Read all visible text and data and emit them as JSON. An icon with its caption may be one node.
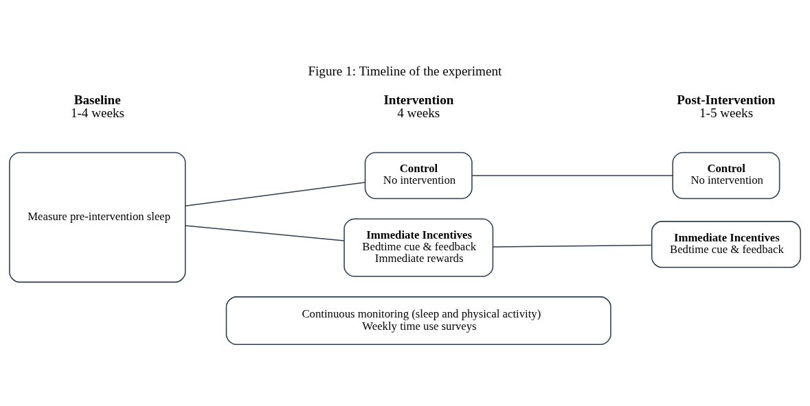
{
  "diagram": {
    "title": "Figure 1: Timeline of the experiment",
    "nodes": [
      {
        "text": [
          "Measure pre-intervention sleep"
        ]
      },
      {
        "text": [
          "Control",
          "No intervention"
        ]
      },
      {
        "text": [
          "Immediate Incentives",
          "Bedtime cue & feedback",
          "Immediate rewards"
        ]
      },
      {
        "text": [
          "Control",
          "No intervention"
        ]
      },
      {
        "text": [
          "Immediate Incentives",
          "Bedtime cue & feedback"
        ]
      },
      {
        "text": [
          "Continuous monitoring (sleep and physical activity)",
          "Weekly time use surveys"
        ]
      }
    ],
    "edges": [
      {
        "from": 0,
        "to": 1,
        "arrow": "none"
      },
      {
        "from": 0,
        "to": 2,
        "arrow": "none"
      },
      {
        "from": 1,
        "to": 3,
        "arrow": "none"
      },
      {
        "from": 2,
        "to": 4,
        "arrow": "none"
      }
    ],
    "labels": [
      "Baseline",
      "1-4 weeks",
      "Intervention",
      "4 weeks",
      "Post-Intervention",
      "1-5 weeks"
    ]
  }
}
